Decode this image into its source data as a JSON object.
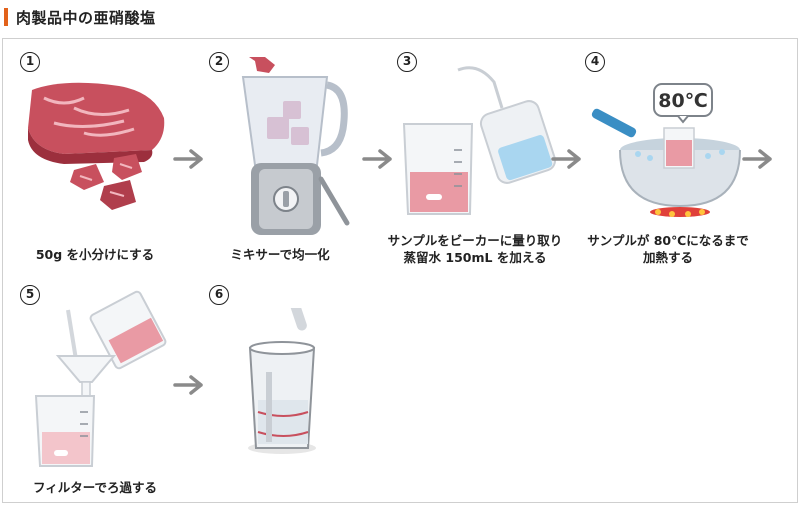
{
  "title": "肉製品中の亜硝酸塩",
  "colors": {
    "accent": "#e2621b",
    "meat": "#c8505e",
    "liquid": "#e99aa4",
    "water": "#a9d6f0",
    "arrow": "#8a8a8a"
  },
  "steps": [
    {
      "num": "1",
      "lines": [
        "50g を小分けにする"
      ]
    },
    {
      "num": "2",
      "lines": [
        "ミキサーで均一化"
      ]
    },
    {
      "num": "3",
      "lines": [
        "サンプルをビーカーに量り取り",
        "蒸留水 150mL を加える"
      ]
    },
    {
      "num": "4",
      "lines": [
        "サンプルが 80℃になるまで",
        "加熱する"
      ]
    },
    {
      "num": "5",
      "lines": [
        "フィルターでろ過する"
      ]
    },
    {
      "num": "6",
      "lines": []
    }
  ],
  "thermo_label": "80℃",
  "icons": [
    "meat-block-icon",
    "blender-icon",
    "beaker-wash-bottle-icon",
    "heated-pot-icon",
    "funnel-filter-icon",
    "test-tube-icon",
    "arrow-right-icon"
  ]
}
